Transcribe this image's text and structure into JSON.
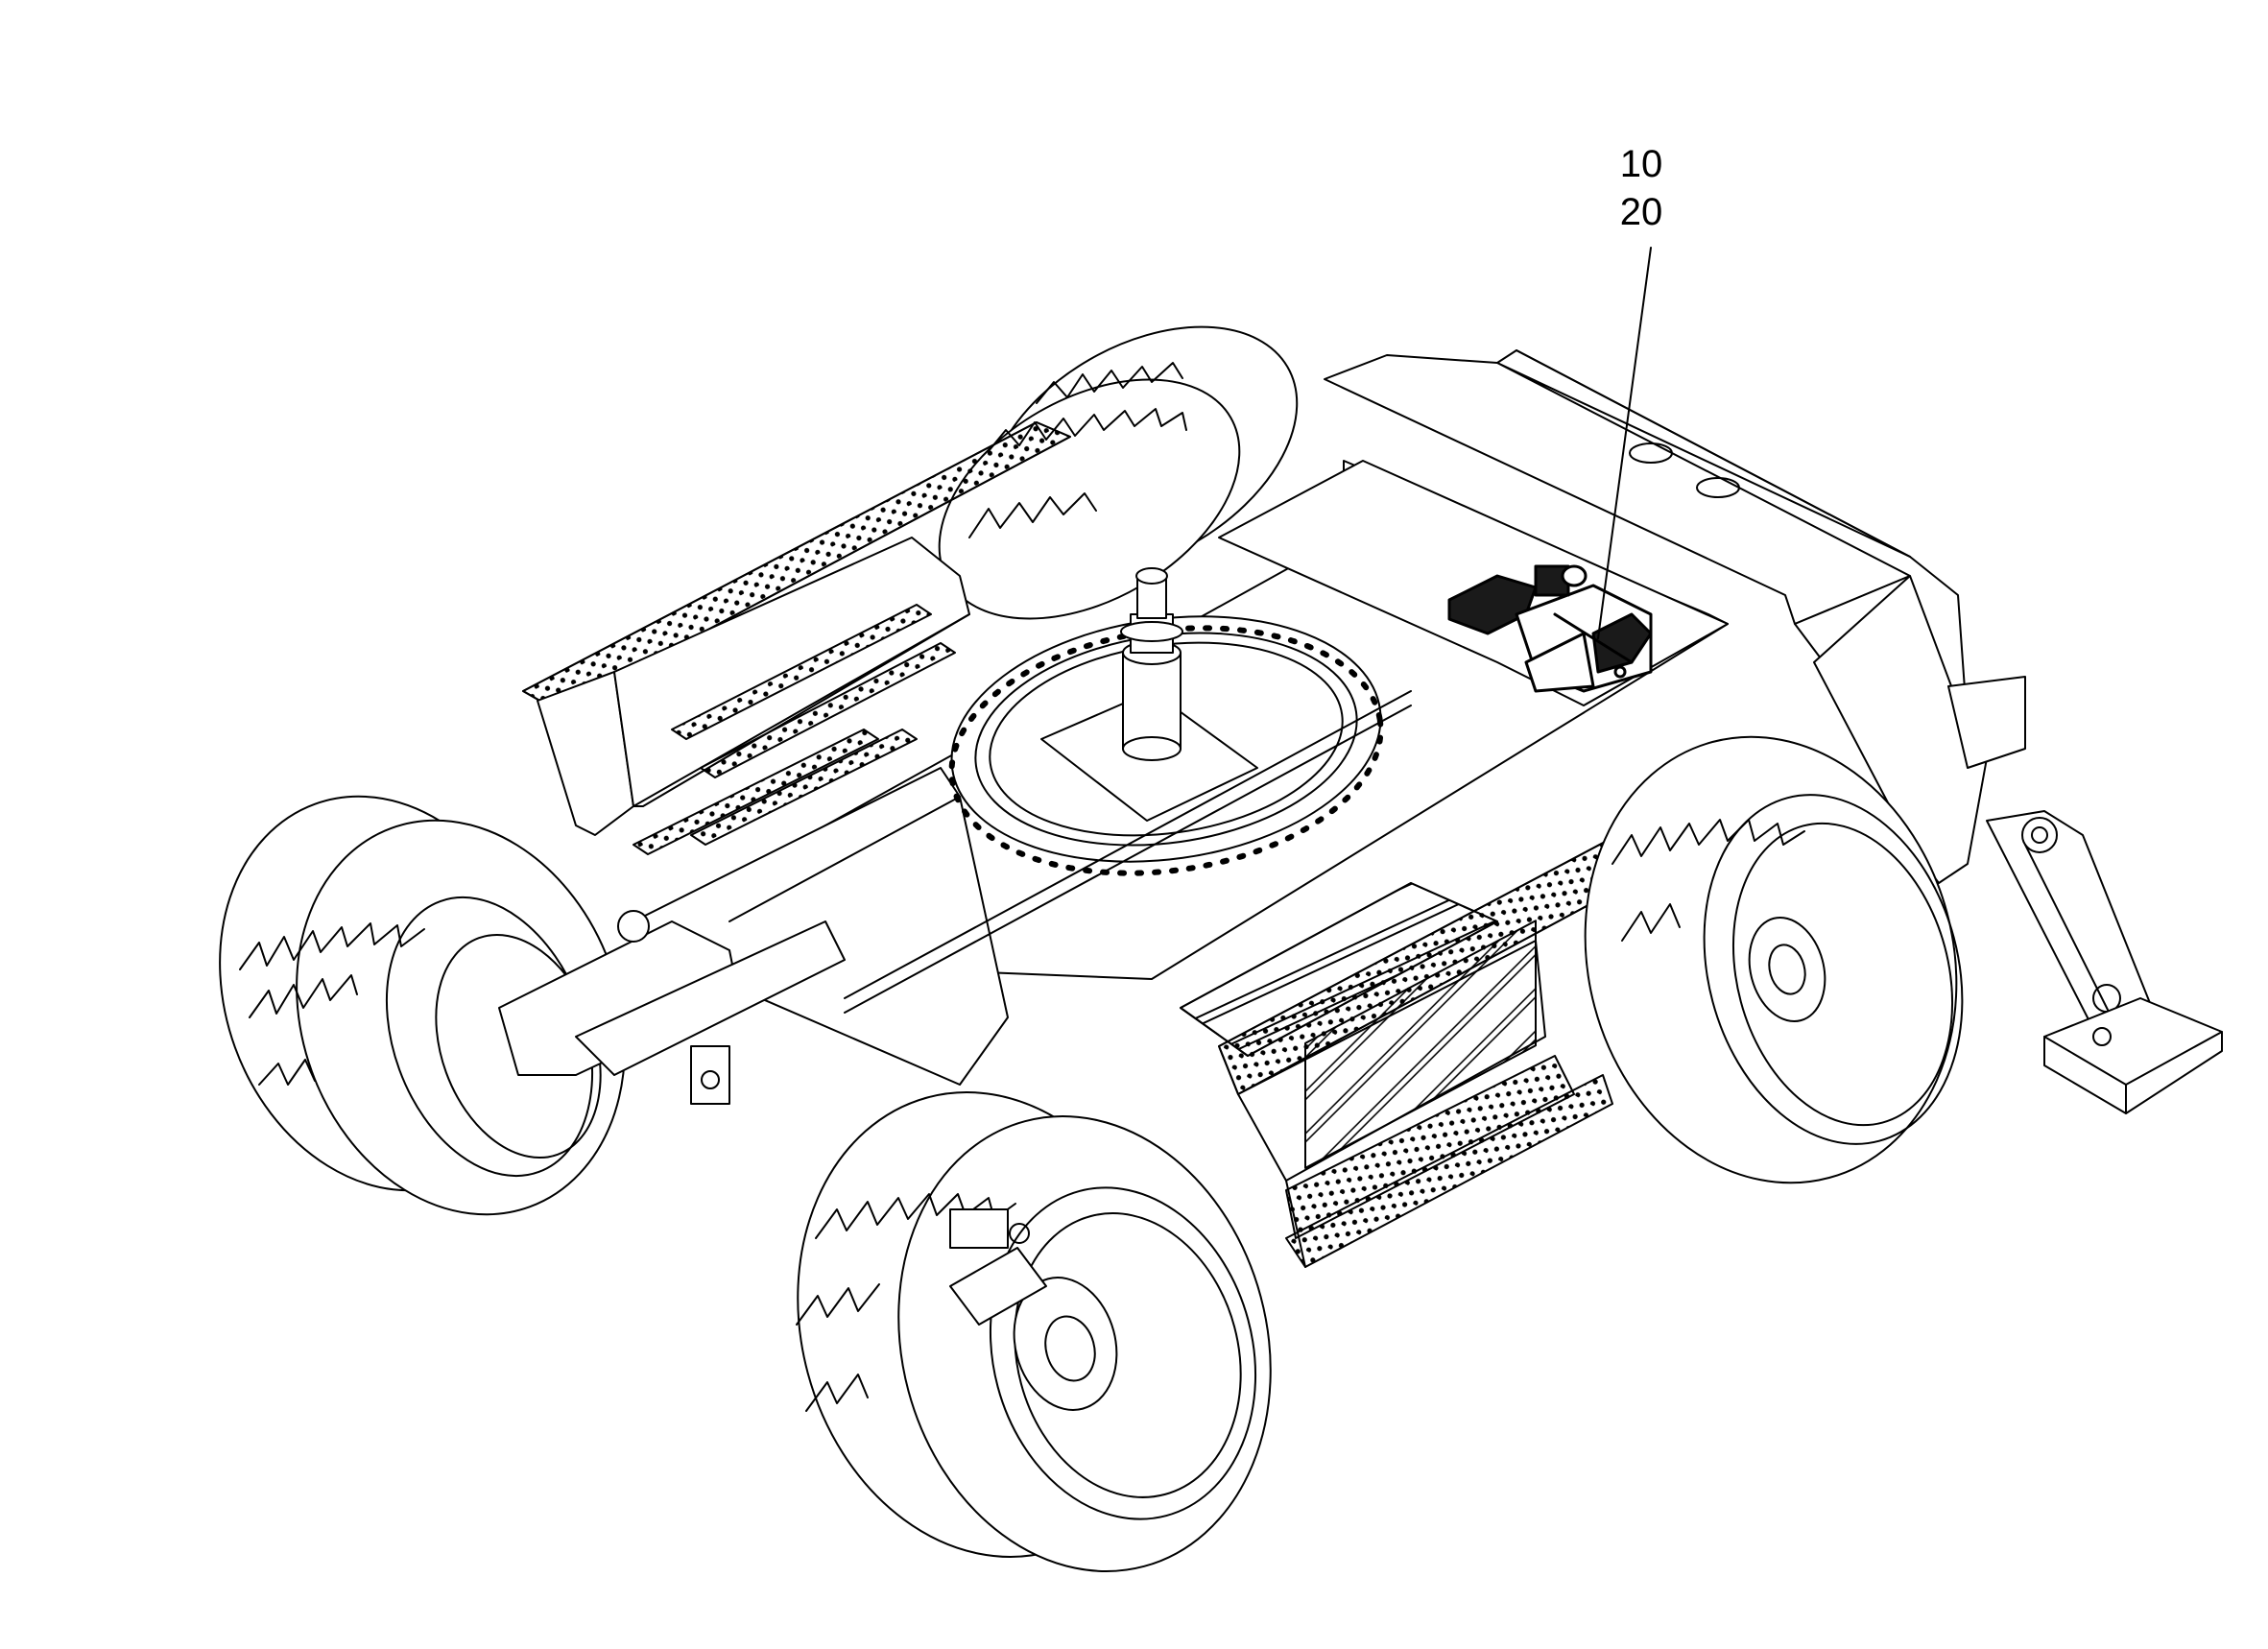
{
  "diagram": {
    "callouts": [
      {
        "id": "10",
        "label": "10"
      },
      {
        "id": "20",
        "label": "20"
      }
    ]
  },
  "colors": {
    "line": "#000000",
    "background": "#ffffff",
    "highlight_part": "#1a1a1a"
  }
}
